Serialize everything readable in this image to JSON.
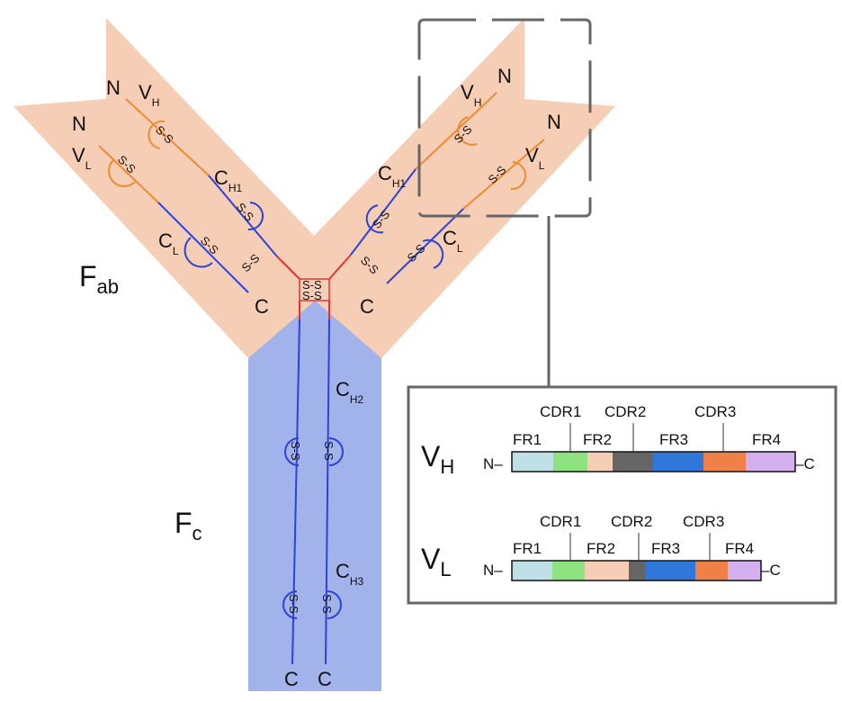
{
  "fab_label": {
    "main": "F",
    "sub": "ab"
  },
  "fc_label": {
    "main": "F",
    "sub": "c"
  },
  "n_terminus": "N",
  "c_terminus": "C",
  "disulfide": "S-S",
  "domains": {
    "vh": {
      "main": "V",
      "sub": "H"
    },
    "vl": {
      "main": "V",
      "sub": "L"
    },
    "ch1": {
      "main": "C",
      "sub": "H1"
    },
    "cl": {
      "main": "C",
      "sub": "L"
    },
    "ch2": {
      "main": "C",
      "sub": "H2"
    },
    "ch3": {
      "main": "C",
      "sub": "H3"
    }
  },
  "colors": {
    "fab_fill": "#f6cdb5",
    "fc_fill": "#a1b3ea",
    "variable_chain": "#f08a30",
    "constant_chain": "#2b43d6",
    "hinge": "#e03535",
    "frame": "#666666",
    "fr": "#bfe0e6",
    "cdr1": "#8ee27f",
    "fr2": "#f6cdb5",
    "cdr2": "#666666",
    "fr3": "#2f78d9",
    "cdr3": "#ee8048",
    "fr4": "#d4b0ef"
  },
  "inset": {
    "vh": {
      "label": {
        "main": "V",
        "sub": "H"
      },
      "n_end": "N–",
      "c_end": "–C",
      "cdr_labels": [
        "CDR1",
        "CDR2",
        "CDR3"
      ],
      "fr_labels": [
        "FR1",
        "FR2",
        "FR3",
        "FR4"
      ]
    },
    "vl": {
      "label": {
        "main": "V",
        "sub": "L"
      },
      "n_end": "N–",
      "c_end": "–C",
      "cdr_labels": [
        "CDR1",
        "CDR2",
        "CDR3"
      ],
      "fr_labels": [
        "FR1",
        "FR2",
        "FR3",
        "FR4"
      ]
    }
  }
}
